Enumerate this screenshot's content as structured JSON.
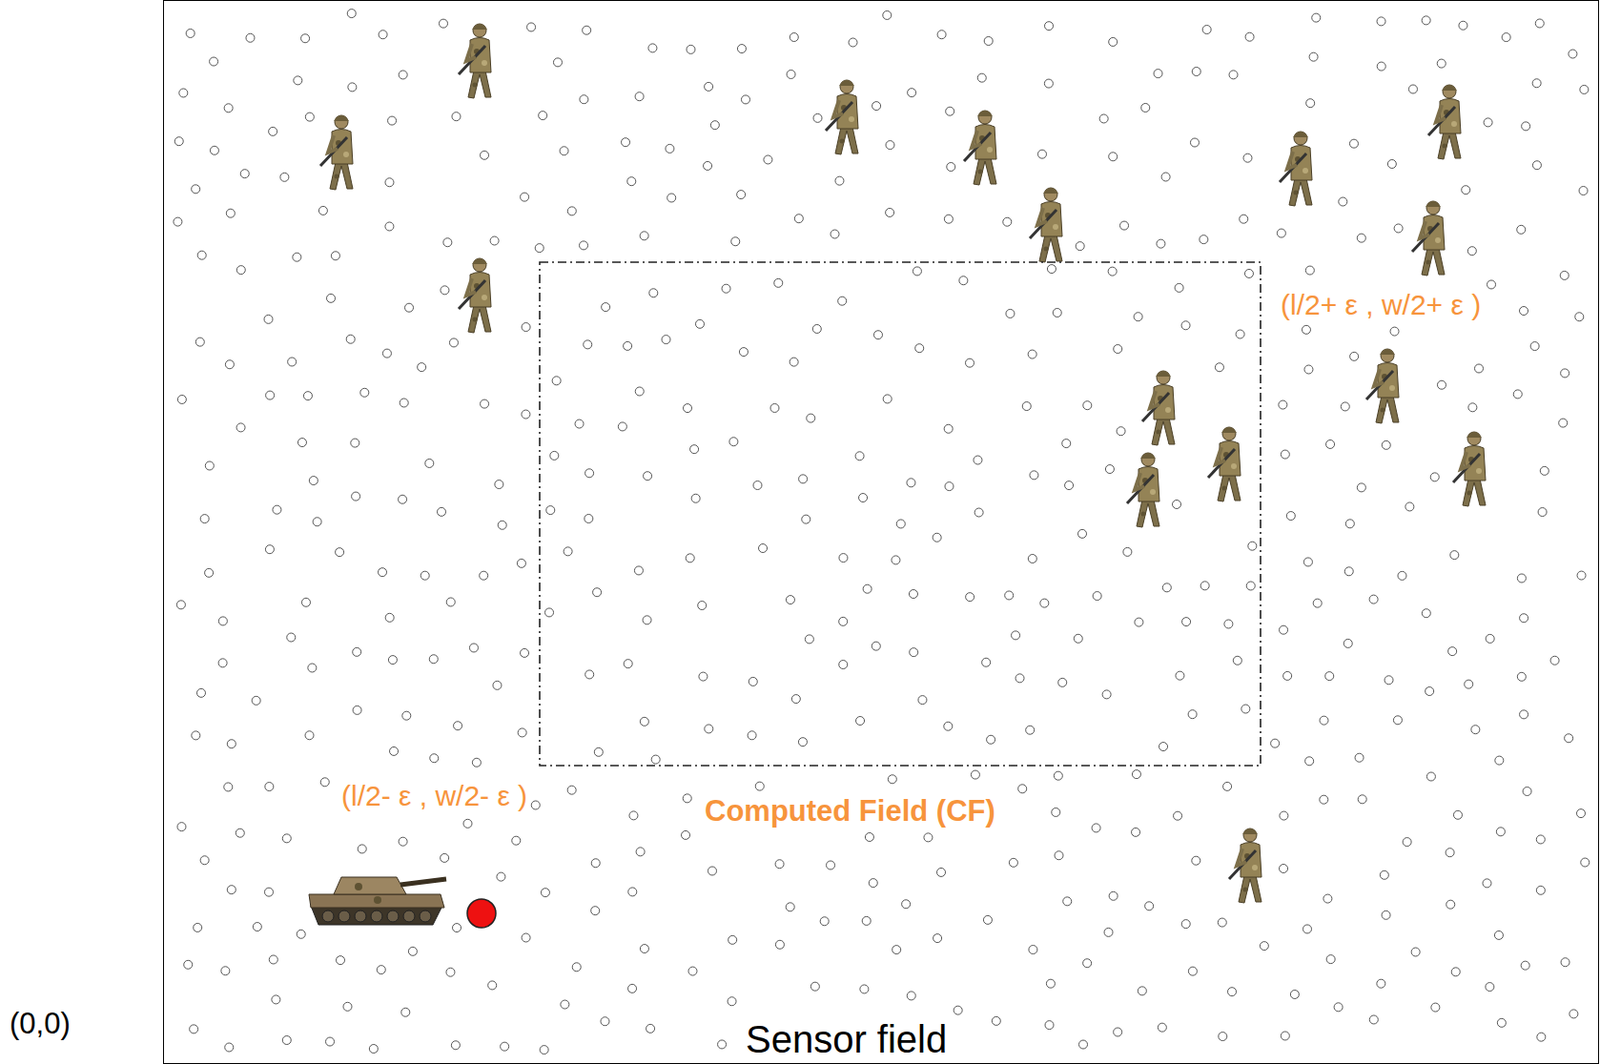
{
  "diagram": {
    "nodes": [
      {
        "text": [
          "Sensor field"
        ]
      },
      {
        "text": [
          "Computed Field (CF)"
        ],
        "in": 0
      }
    ],
    "labels": [
      "(l/2+ ε , w/2+ ε )",
      "(l/2- ε , w/2- ε )",
      "(0,0)"
    ]
  }
}
